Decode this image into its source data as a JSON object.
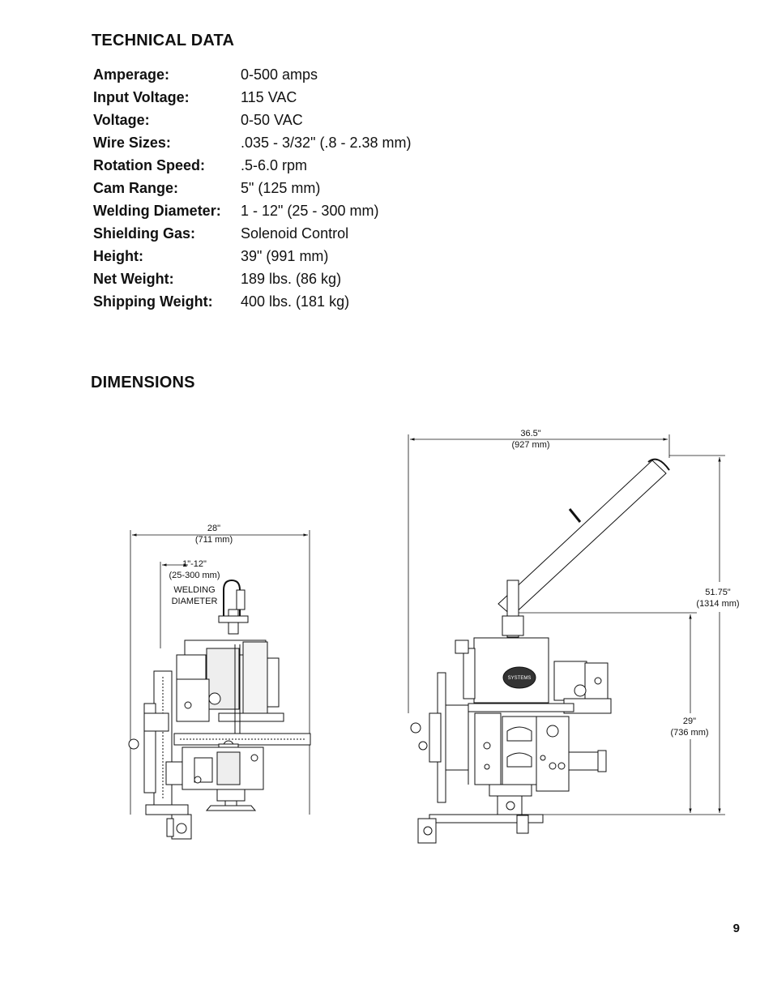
{
  "technical_data": {
    "heading": "TECHNICAL DATA",
    "rows": [
      {
        "label": "Amperage:",
        "value": "0-500 amps"
      },
      {
        "label": "Input Voltage:",
        "value": "115 VAC"
      },
      {
        "label": "Voltage:",
        "value": "0-50 VAC"
      },
      {
        "label": "Wire Sizes:",
        "value": ".035 - 3/32\" (.8 - 2.38 mm)"
      },
      {
        "label": "Rotation Speed:",
        "value": ".5-6.0 rpm"
      },
      {
        "label": "Cam Range:",
        "value": "5\" (125 mm)"
      },
      {
        "label": "Welding Diameter:",
        "value": "1 - 12\" (25 - 300 mm)"
      },
      {
        "label": "Shielding Gas:",
        "value": "Solenoid Control"
      },
      {
        "label": "Height:",
        "value": "39\" (991 mm)"
      },
      {
        "label": "Net Weight:",
        "value": "189 lbs. (86 kg)"
      },
      {
        "label": "Shipping Weight:",
        "value": "400 lbs. (181 kg)"
      }
    ]
  },
  "dimensions": {
    "heading": "DIMENSIONS",
    "front_width": {
      "in": "28\"",
      "mm": "(711 mm)"
    },
    "welding_diameter": {
      "in": "1\"-12\"",
      "mm": "(25-300 mm)",
      "line1": "WELDING",
      "line2": "DIAMETER"
    },
    "side_width": {
      "in": "36.5\"",
      "mm": "(927 mm)"
    },
    "total_height": {
      "in": "51.75\"",
      "mm": "(1314 mm)"
    },
    "base_height": {
      "in": "29\"",
      "mm": "(736 mm)"
    },
    "logo_text": "SYSTEMS"
  },
  "page_number": "9"
}
